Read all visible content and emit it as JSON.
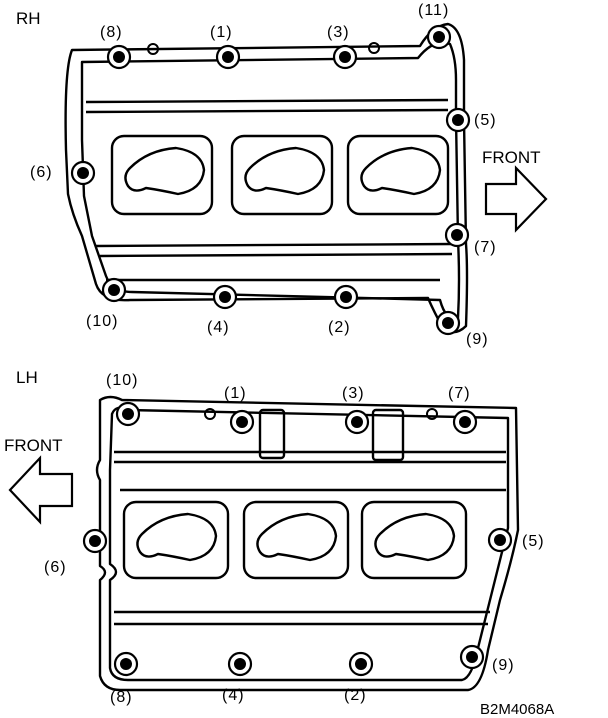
{
  "rh": {
    "label": "RH",
    "front_label": "FRONT",
    "bolts": [
      {
        "label": "(1)"
      },
      {
        "label": "(2)"
      },
      {
        "label": "(3)"
      },
      {
        "label": "(4)"
      },
      {
        "label": "(5)"
      },
      {
        "label": "(6)"
      },
      {
        "label": "(7)"
      },
      {
        "label": "(8)"
      },
      {
        "label": "(9)"
      },
      {
        "label": "(10)"
      },
      {
        "label": "(11)"
      }
    ]
  },
  "lh": {
    "label": "LH",
    "front_label": "FRONT",
    "bolts": [
      {
        "label": "(1)"
      },
      {
        "label": "(2)"
      },
      {
        "label": "(3)"
      },
      {
        "label": "(4)"
      },
      {
        "label": "(5)"
      },
      {
        "label": "(6)"
      },
      {
        "label": "(7)"
      },
      {
        "label": "(8)"
      },
      {
        "label": "(9)"
      },
      {
        "label": "(10)"
      }
    ]
  },
  "figure_code": "B2M4068A",
  "colors": {
    "ink": "#000000",
    "paper": "#ffffff"
  }
}
